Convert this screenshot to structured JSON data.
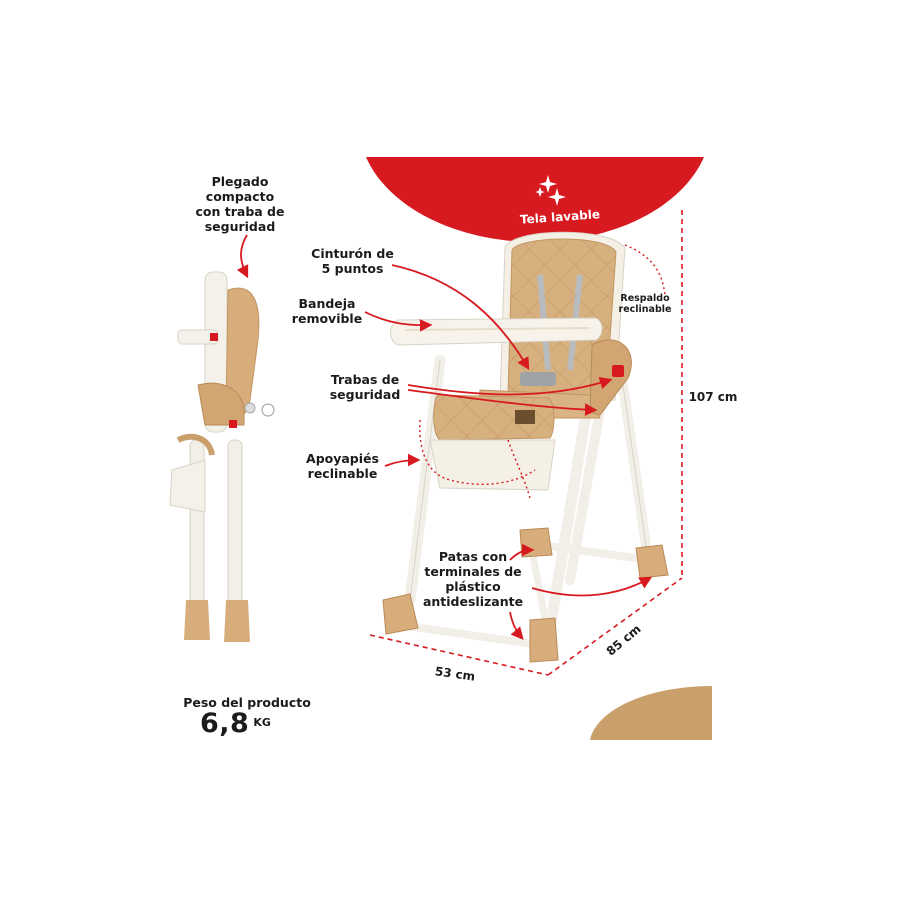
{
  "labels": {
    "folded": [
      "Plegado",
      "compacto",
      "con traba de",
      "seguridad"
    ],
    "belt": [
      "Cinturón de",
      "5 puntos"
    ],
    "tray": [
      "Bandeja",
      "removible"
    ],
    "locks": [
      "Trabas de",
      "seguridad"
    ],
    "footrest": [
      "Apoyapiés",
      "reclinable"
    ],
    "legs": [
      "Patas con",
      "terminales de",
      "plástico",
      "antideslizante"
    ],
    "backrest": [
      "Respaldo",
      "reclinable"
    ]
  },
  "badge": {
    "text": "Tela lavable",
    "icon": "sparkles-icon"
  },
  "dimensions": {
    "height": "107 cm",
    "width": "53 cm",
    "depth": "85 cm"
  },
  "weight": {
    "label": "Peso del producto",
    "value": "6,8",
    "unit": "KG"
  },
  "colors": {
    "red": "#d71920",
    "tan": "#c9a06b",
    "cream": "#f7efe2",
    "frame": "#f4f1ea",
    "cushion": "#d9b384"
  }
}
